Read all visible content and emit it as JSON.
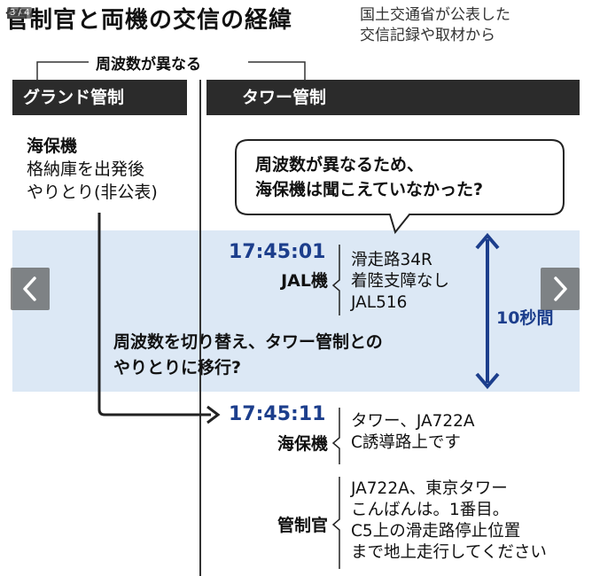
{
  "header": {
    "title": "管制官と両機の交信の経緯",
    "subtitle_line1": "国土交通省が公表した",
    "subtitle_line2": "交信記録や取材から",
    "counter": "3 / 4"
  },
  "frequency_label": "周波数が異なる",
  "columns": {
    "ground": "グランド管制",
    "tower": "タワー管制"
  },
  "ground_note": {
    "title": "海保機",
    "line1": "格納庫を出発後",
    "line2": "やりとり(非公表)"
  },
  "bubble": {
    "line1": "周波数が異なるため、",
    "line2": "海保機は聞こえていなかった?"
  },
  "entries": [
    {
      "time": "17:45:01",
      "speaker": "JAL機",
      "lines": [
        "滑走路34R",
        "着陸支障なし",
        "JAL516"
      ]
    },
    {
      "time": "17:45:11",
      "speaker": "海保機",
      "lines": [
        "タワー、JA722A",
        "C誘導路上です"
      ]
    },
    {
      "time": "",
      "speaker": "管制官",
      "lines": [
        "JA722A、東京タワー",
        "こんばんは。1番目。",
        "C5上の滑走路停止位置",
        "まで地上走行してください"
      ]
    }
  ],
  "interval": "10秒間",
  "switch_note": {
    "line1": "周波数を切り替え、タワー管制との",
    "line2": "やりとりに移行?"
  },
  "colors": {
    "band": "#dce8f5",
    "accent": "#1c3e8c",
    "header_bg": "#2b2b2b"
  },
  "icons": {
    "prev": "chevron-left-icon",
    "next": "chevron-right-icon"
  }
}
